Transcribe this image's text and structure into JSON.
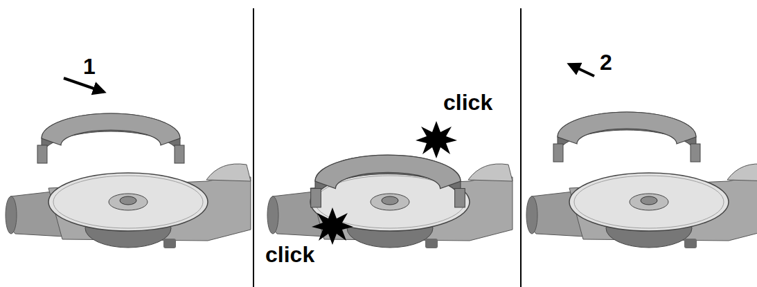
{
  "diagram": {
    "labels": [
      "1",
      "click",
      "click",
      "2"
    ]
  }
}
